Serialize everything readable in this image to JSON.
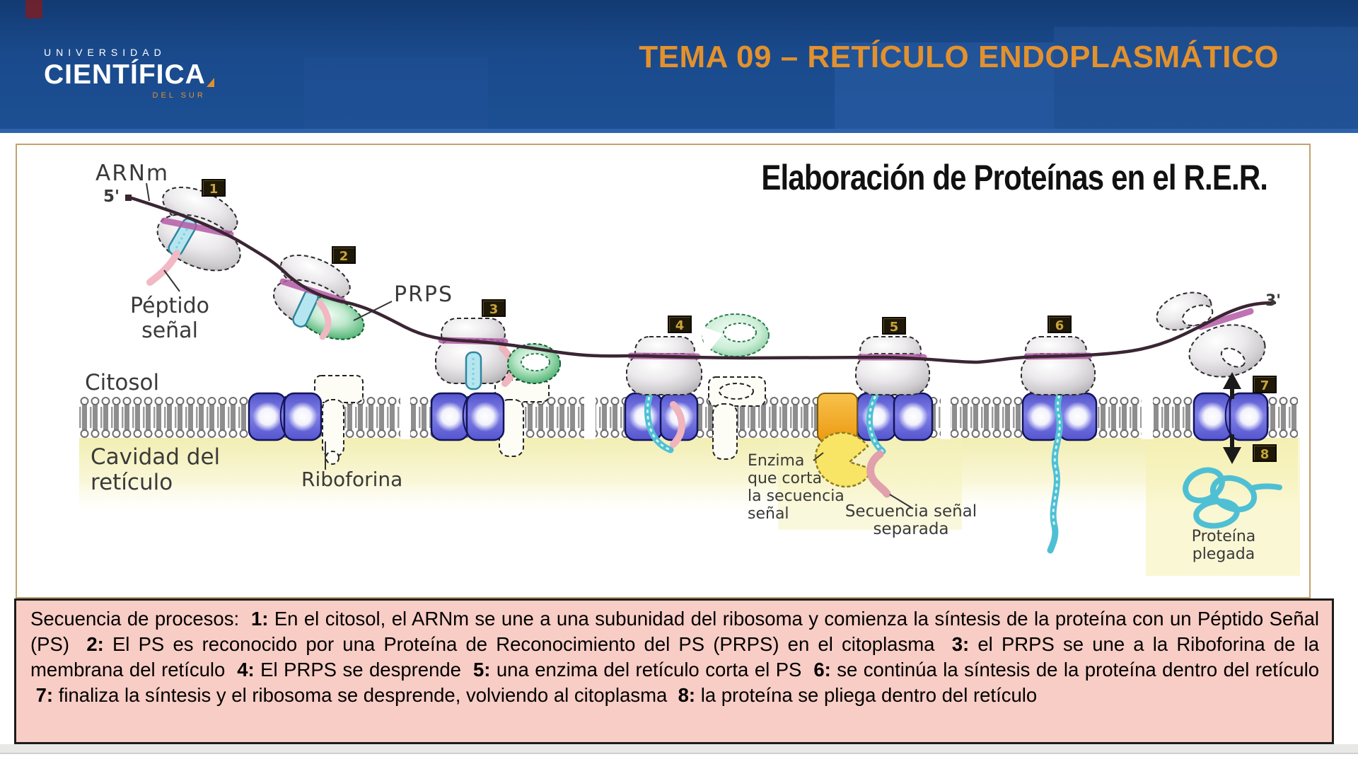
{
  "header": {
    "logo_top": "UNIVERSIDAD",
    "logo_main": "CIENTÍFICA",
    "logo_sub": "DEL SUR",
    "course_title": "TEMA 09 – RETÍCULO ENDOPLASMÁTICO",
    "colors": {
      "bg": "#1a4a8c",
      "accent_orange": "#e2912e"
    }
  },
  "slide": {
    "title": "Elaboración de Proteínas en el R.E.R."
  },
  "diagram": {
    "labels": {
      "arnm": "ARNm",
      "five_prime": "5'",
      "three_prime": "3'",
      "peptido_1": "Péptido",
      "peptido_2": "señal",
      "prps": "PRPS",
      "citosol": "Citosol",
      "cavidad_1": "Cavidad del",
      "cavidad_2": "retículo",
      "riboforina": "Riboforina",
      "enzima_1": "Enzima",
      "enzima_2": "que corta",
      "enzima_3": "la secuencia",
      "enzima_4": "señal",
      "secsep_1": "Secuencia señal",
      "secsep_2": "separada",
      "plegada_1": "Proteína",
      "plegada_2": "plegada"
    },
    "steps": {
      "s1": "1",
      "s2": "2",
      "s3": "3",
      "s4": "4",
      "s5": "5",
      "s6": "6",
      "s7": "7",
      "s8": "8"
    },
    "colors": {
      "membrane_grey": "#8e8e8e",
      "translocon_blue": "#6d6de0",
      "ribosome_grey": "#d9d6da",
      "prps_green": "#33a55c",
      "mrna_dark": "#3a2633",
      "mrna_magenta": "#b45ba6",
      "chain_cyan": "#4fc0d4",
      "signal_pink": "#f0b4be",
      "enzyme_orange": "#f2a41f",
      "enzyme_yellow": "#f8e566",
      "cavity_yellow": "#f4f1bf",
      "step_box_bg": "#1e1806",
      "step_box_text": "#c9a33b",
      "bottom_box_bg": "#f8cdc5"
    }
  },
  "bottom_box": {
    "segments": [
      {
        "bold": false,
        "text": "Secuencia de procesos:  "
      },
      {
        "bold": true,
        "text": "1:"
      },
      {
        "bold": false,
        "text": " En el citosol, el ARNm se une a una subunidad del ribosoma y comienza la síntesis de la proteína con un Péptido Señal (PS)  "
      },
      {
        "bold": true,
        "text": "2:"
      },
      {
        "bold": false,
        "text": " El PS es reconocido por una Proteína de Reconocimiento del PS (PRPS) en el citoplasma  "
      },
      {
        "bold": true,
        "text": "3:"
      },
      {
        "bold": false,
        "text": " el PRPS se une a la Riboforina de la membrana del retículo  "
      },
      {
        "bold": true,
        "text": "4:"
      },
      {
        "bold": false,
        "text": " El PRPS se desprende  "
      },
      {
        "bold": true,
        "text": "5:"
      },
      {
        "bold": false,
        "text": " una enzima del retículo corta el PS  "
      },
      {
        "bold": true,
        "text": "6:"
      },
      {
        "bold": false,
        "text": " se continúa la síntesis de la proteína dentro del retículo  "
      },
      {
        "bold": true,
        "text": "7:"
      },
      {
        "bold": false,
        "text": " finaliza la síntesis y el ribosoma se desprende, volviendo al citoplasma  "
      },
      {
        "bold": true,
        "text": "8:"
      },
      {
        "bold": false,
        "text": " la proteína se pliega dentro del retículo"
      }
    ]
  }
}
